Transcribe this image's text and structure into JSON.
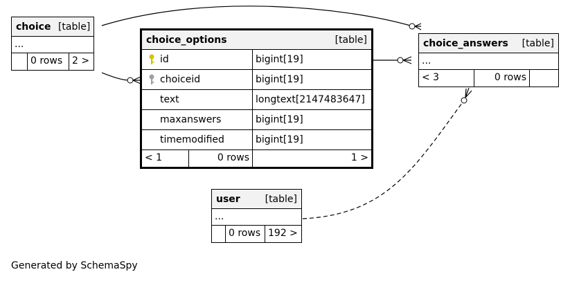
{
  "tables": {
    "choice": {
      "name": "choice",
      "type": "[table]",
      "ellipsis": "...",
      "rows": "0 rows",
      "children": "2 >"
    },
    "choice_options": {
      "name": "choice_options",
      "type": "[table]",
      "columns": [
        {
          "name": "id",
          "type": "bigint[19]",
          "key": "primary-key-icon"
        },
        {
          "name": "choiceid",
          "type": "bigint[19]",
          "key": "foreign-key-icon"
        },
        {
          "name": "text",
          "type": "longtext[2147483647]",
          "key": ""
        },
        {
          "name": "maxanswers",
          "type": "bigint[19]",
          "key": ""
        },
        {
          "name": "timemodified",
          "type": "bigint[19]",
          "key": ""
        }
      ],
      "parents": "< 1",
      "rows": "0 rows",
      "children": "1 >"
    },
    "choice_answers": {
      "name": "choice_answers",
      "type": "[table]",
      "ellipsis": "...",
      "parents": "< 3",
      "rows": "0 rows"
    },
    "user": {
      "name": "user",
      "type": "[table]",
      "ellipsis": "...",
      "rows": "0 rows",
      "children": "192 >"
    }
  },
  "footer": "Generated by SchemaSpy",
  "colors": {
    "primary_key": "#d4c400",
    "foreign_key": "#a0a0a0",
    "header_bg": "#f2f2f2"
  }
}
